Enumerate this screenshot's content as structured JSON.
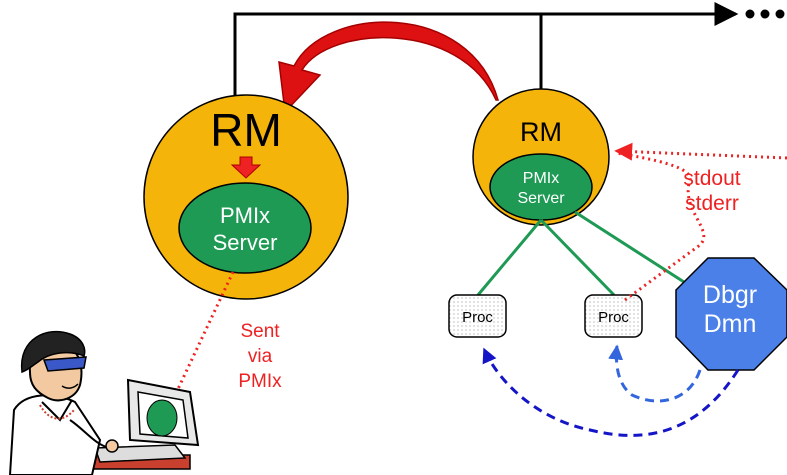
{
  "left_node": {
    "rm_label": "RM",
    "server_line1": "PMIx",
    "server_line2": "Server"
  },
  "right_node": {
    "rm_label": "RM",
    "server_line1": "PMIx",
    "server_line2": "Server"
  },
  "procs": [
    {
      "label": "Proc"
    },
    {
      "label": "Proc"
    }
  ],
  "debugger_daemon": {
    "line1": "Dbgr",
    "line2": "Dmn"
  },
  "io_label": {
    "line1": "stdout",
    "line2": "stderr"
  },
  "sent_label": {
    "line1": "Sent",
    "line2": "via",
    "line3": "PMIx"
  },
  "colors": {
    "rm_fill": "#f5b40a",
    "server_fill": "#1e9a55",
    "server_text": "#ffffff",
    "link_green": "#1e9a55",
    "io_red": "#ee2222",
    "debug_blue": "#1515c8",
    "daemon_fill": "#4a80e8",
    "big_arrow": "#dd1111"
  },
  "icons": {
    "continuation": "ellipsis-dots-icon",
    "user": "user-at-computer-icon"
  }
}
